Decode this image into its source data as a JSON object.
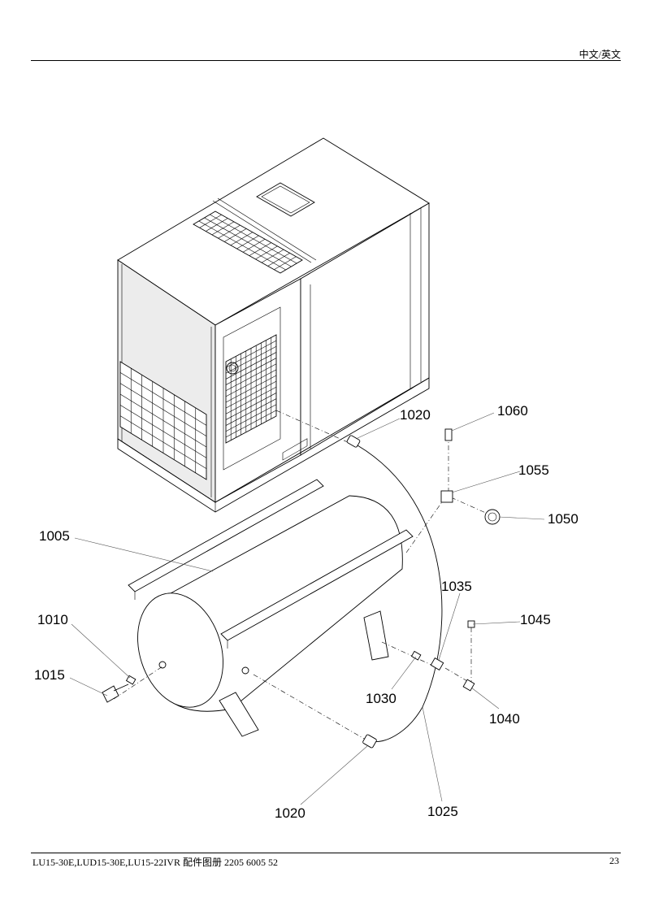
{
  "header": {
    "language": "中文/英文"
  },
  "footer": {
    "model_title": "LU15-30E,LUD15-30E,LU15-22IVR  配件图册 2205 6005 52",
    "page_number": "23"
  },
  "callouts": {
    "c1005": "1005",
    "c1010": "1010",
    "c1015": "1015",
    "c1020_top": "1020",
    "c1020_bottom": "1020",
    "c1025": "1025",
    "c1030": "1030",
    "c1035": "1035",
    "c1040": "1040",
    "c1045": "1045",
    "c1050": "1050",
    "c1055": "1055",
    "c1060": "1060"
  }
}
